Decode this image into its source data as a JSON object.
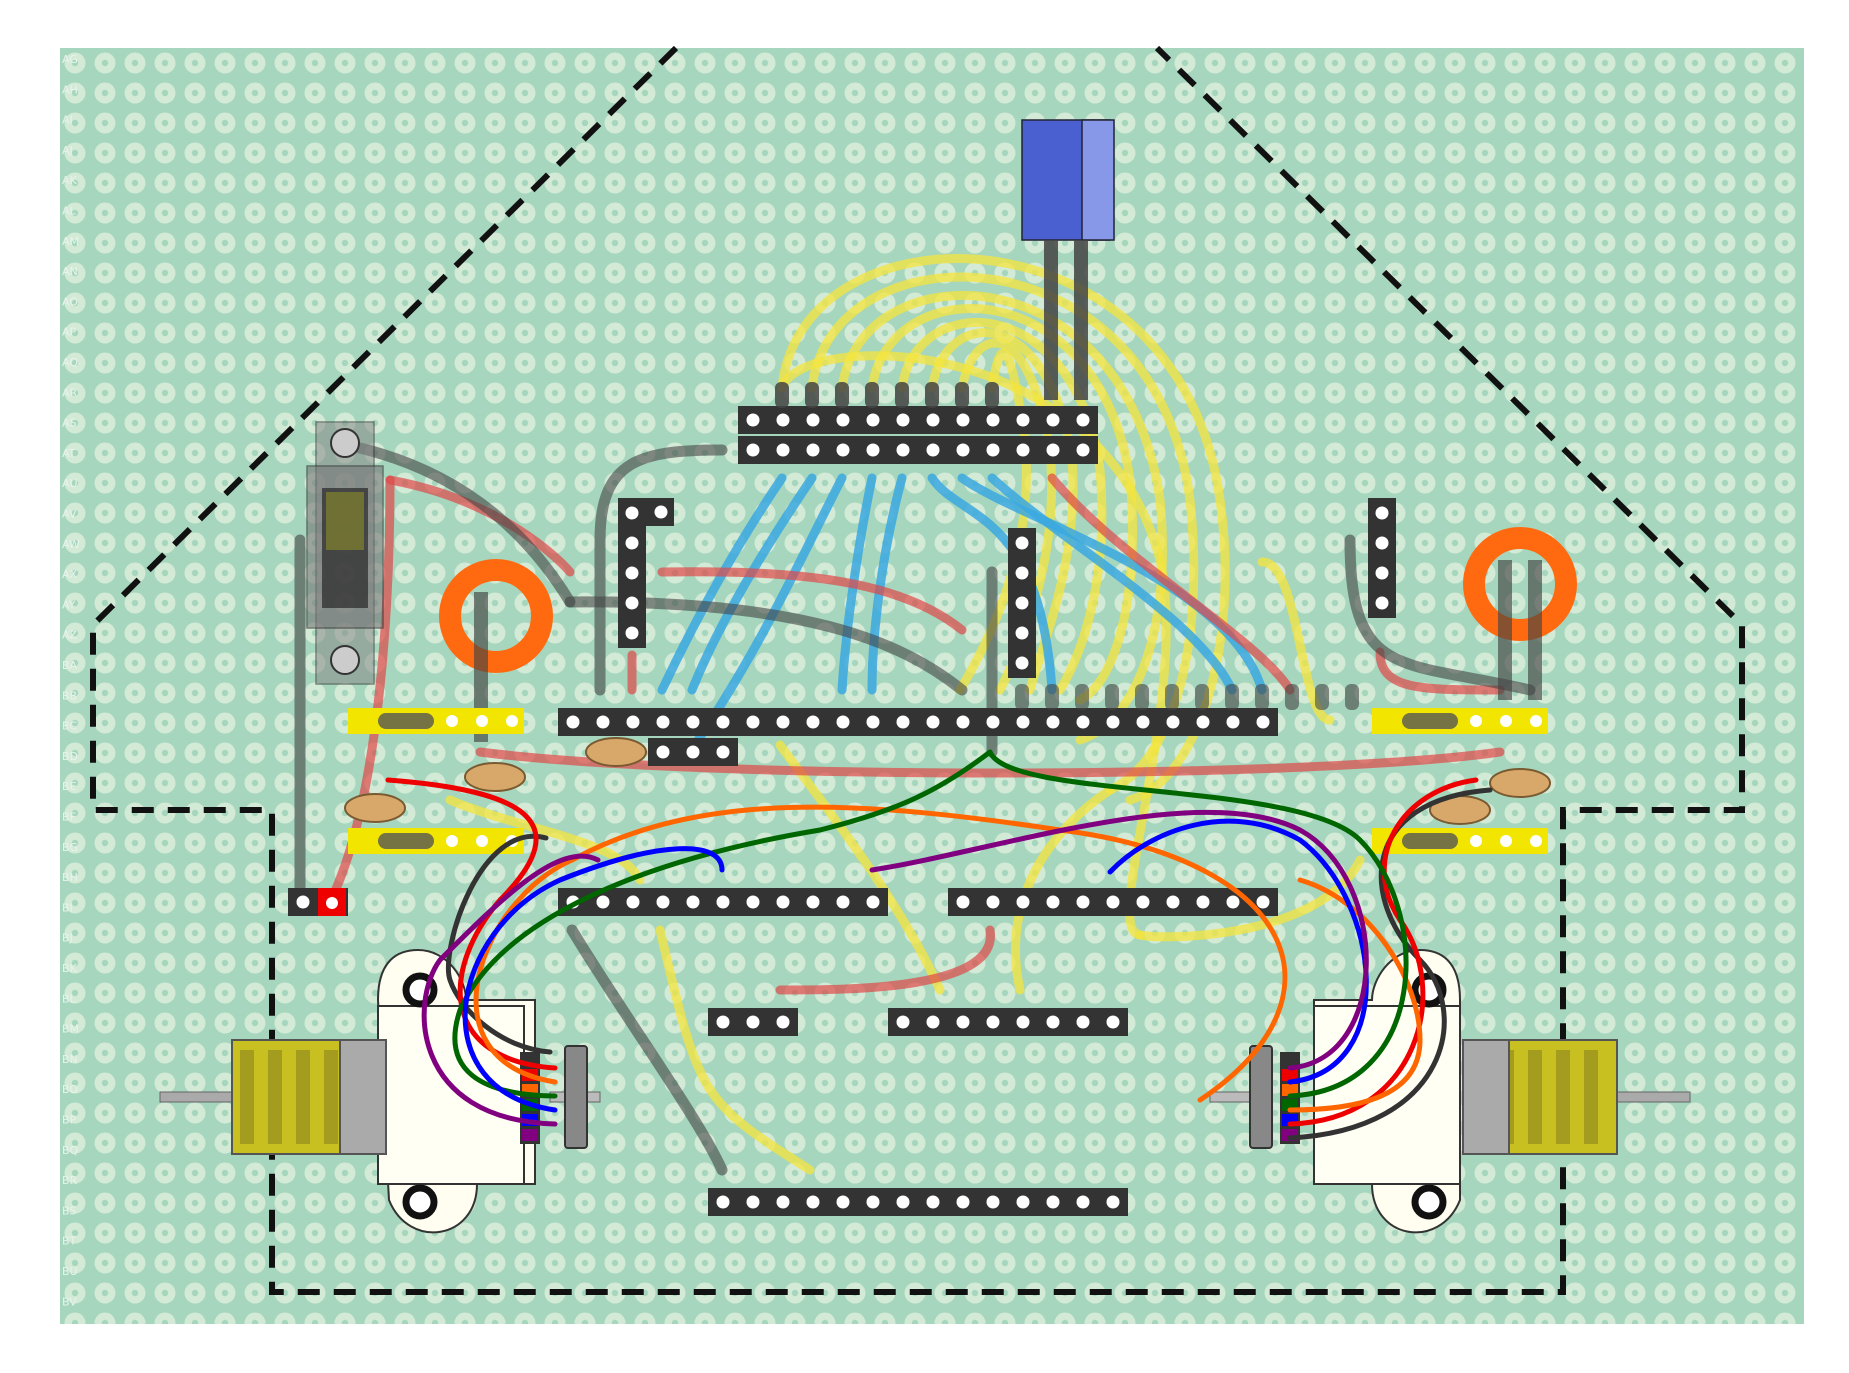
{
  "board": {
    "background": "#a6d6be",
    "pad_color": "#d8ecdc",
    "row_labels": [
      "AG",
      "AH",
      "AI",
      "AJ",
      "AK",
      "AL",
      "AM",
      "AN",
      "AO",
      "AP",
      "AQ",
      "AR",
      "AS",
      "AT",
      "AU",
      "AV",
      "AW",
      "AX",
      "AY",
      "AZ",
      "BA",
      "BB",
      "BC",
      "BD",
      "BE",
      "BF",
      "BG",
      "BH",
      "BI",
      "BJ",
      "BK",
      "BL",
      "BM",
      "BN",
      "BO",
      "BP",
      "BQ",
      "BR",
      "BS",
      "BT",
      "BU",
      "BV"
    ]
  },
  "colors": {
    "header": "#333333",
    "wire_yellow": "#f2e33b",
    "wire_blue": "#3aa8e0",
    "wire_red": "#e04848",
    "wire_gray": "#555555",
    "ring": "#ff6a10",
    "strip": "#f2e600",
    "led": "#4a60d0",
    "motor_gear": "#c8c020"
  },
  "legend_colors": [
    "#333333",
    "#ee0000",
    "#ff6600",
    "#006600",
    "#0000ff",
    "#800080"
  ]
}
